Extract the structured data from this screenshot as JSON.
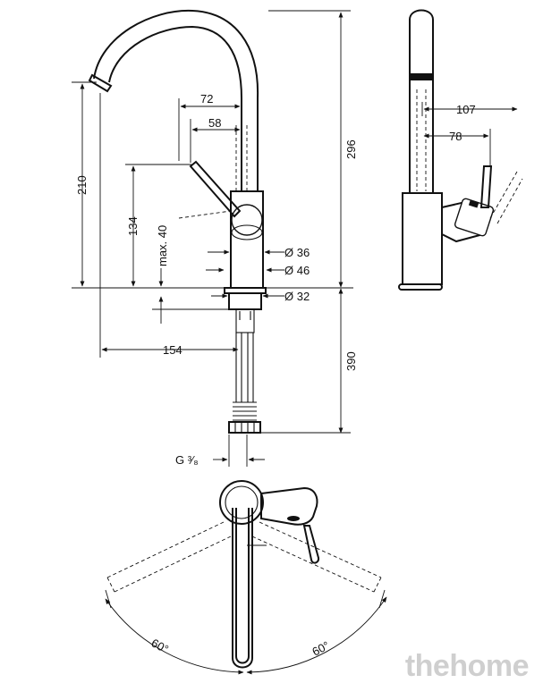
{
  "dimensions": {
    "d72": "72",
    "d58": "58",
    "d296": "296",
    "d210": "210",
    "d134": "134",
    "dmax40": "max. 40",
    "d36": "Ø 36",
    "d46": "Ø 46",
    "d32": "Ø 32",
    "d154": "154",
    "d390": "390",
    "dG": "G ³⁄₈",
    "d107": "107",
    "d78": "78",
    "a60l": "60°",
    "a60r": "60°"
  },
  "watermark": "thehome",
  "colors": {
    "line": "#111111",
    "background": "#ffffff",
    "watermark": "#cfcfcf"
  }
}
